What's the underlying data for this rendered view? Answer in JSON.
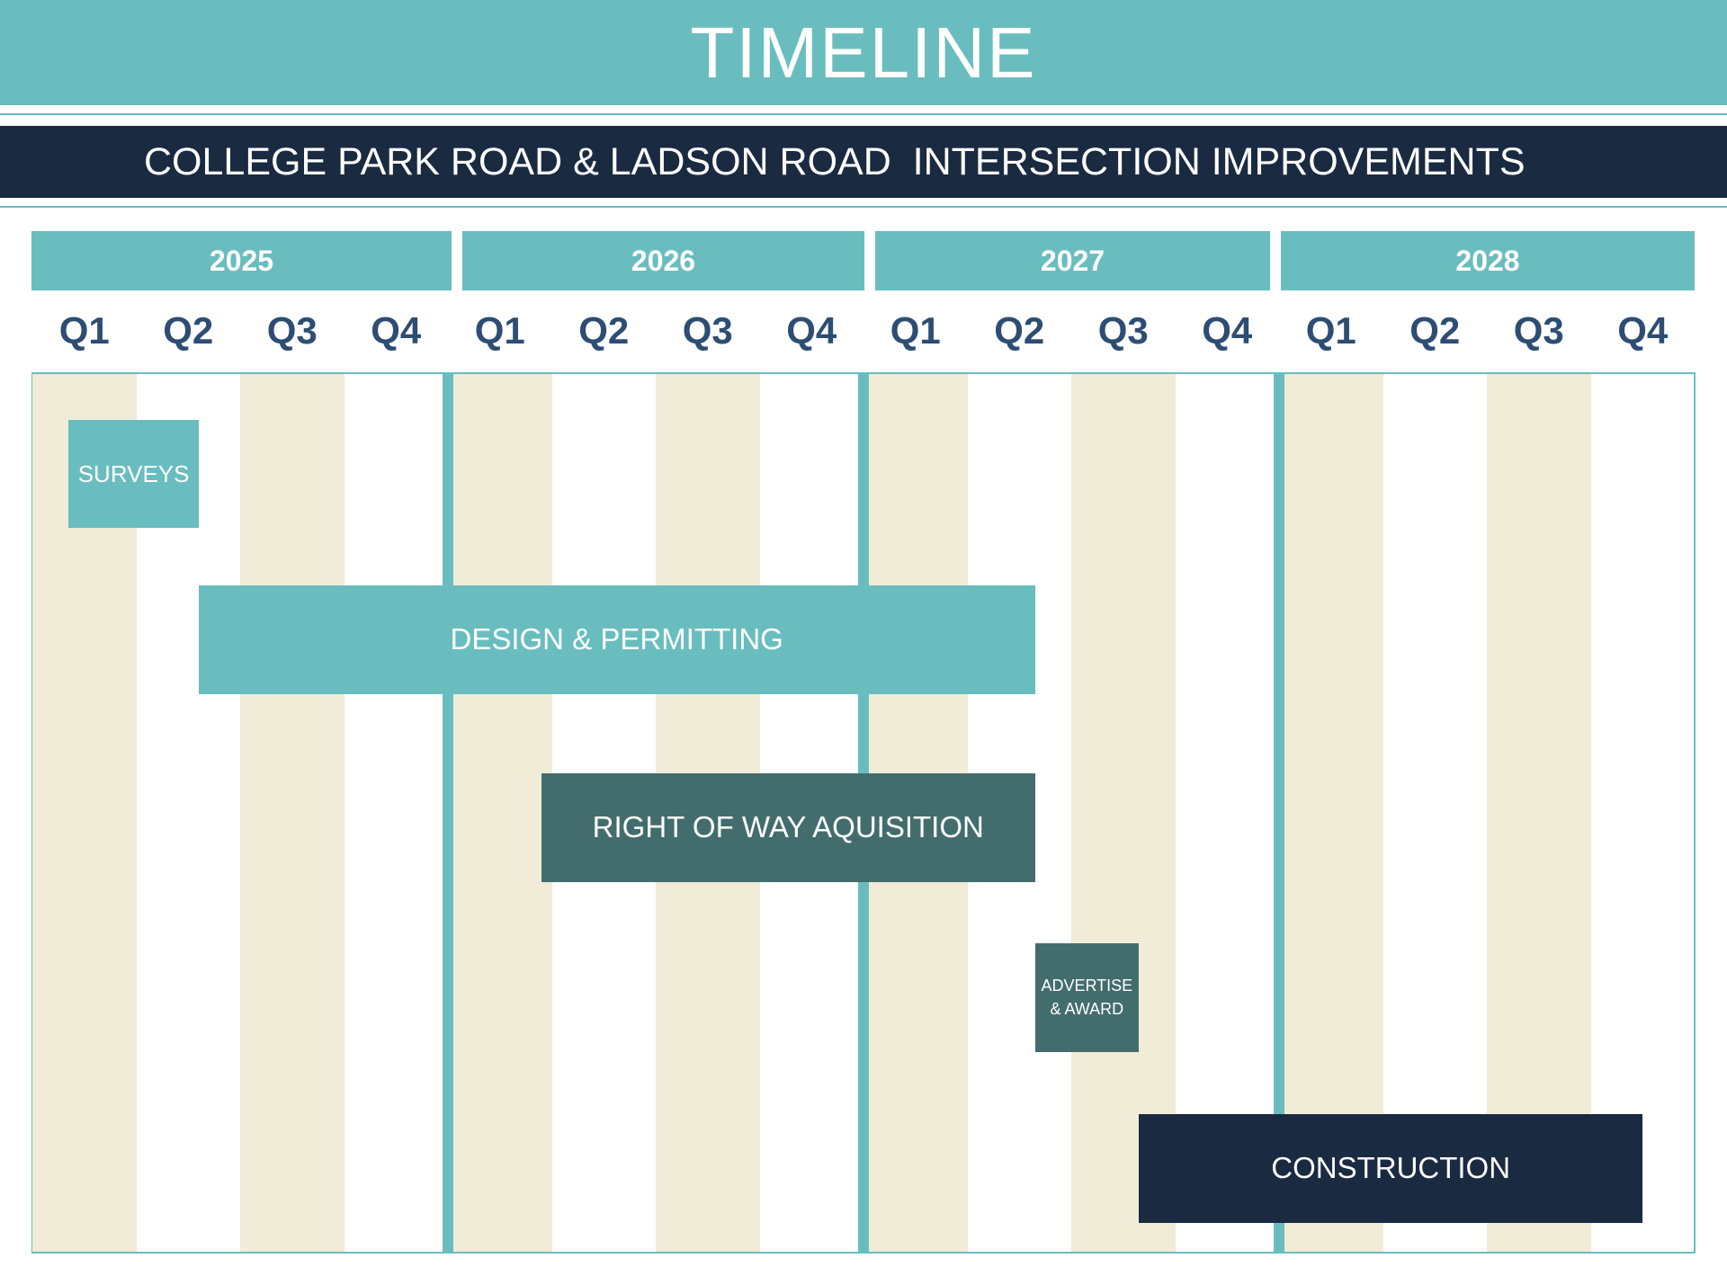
{
  "title": "TIMELINE",
  "subtitle": "COLLEGE PARK ROAD & LADSON ROAD  INTERSECTION IMPROVEMENTS",
  "years": [
    {
      "label": "2025",
      "quarters": [
        "Q1",
        "Q2",
        "Q3",
        "Q4"
      ]
    },
    {
      "label": "2026",
      "quarters": [
        "Q1",
        "Q2",
        "Q3",
        "Q4"
      ]
    },
    {
      "label": "2027",
      "quarters": [
        "Q1",
        "Q2",
        "Q3",
        "Q4"
      ]
    },
    {
      "label": "2028",
      "quarters": [
        "Q1",
        "Q2",
        "Q3",
        "Q4"
      ]
    }
  ],
  "colors": {
    "teal": "#6abdbe",
    "dark_teal": "#436d6d",
    "navy": "#1a2a40",
    "stripe": "#f0ecd8",
    "quarter_text": "#2d4d73"
  },
  "tasks": [
    {
      "label": "SURVEYS",
      "start_quarter": 0.35,
      "end_quarter": 1.6,
      "color": "#6abdbe"
    },
    {
      "label": "DESIGN & PERMITTING",
      "start_quarter": 1.6,
      "end_quarter": 9.65,
      "color": "#6abdbe"
    },
    {
      "label": "RIGHT OF WAY AQUISITION",
      "start_quarter": 4.9,
      "end_quarter": 9.65,
      "color": "#436d6d"
    },
    {
      "label": "ADVERTISE\n& AWARD",
      "start_quarter": 9.65,
      "end_quarter": 10.65,
      "color": "#436d6d"
    },
    {
      "label": "CONSTRUCTION",
      "start_quarter": 10.65,
      "end_quarter": 15.5,
      "color": "#1a2a40"
    }
  ]
}
